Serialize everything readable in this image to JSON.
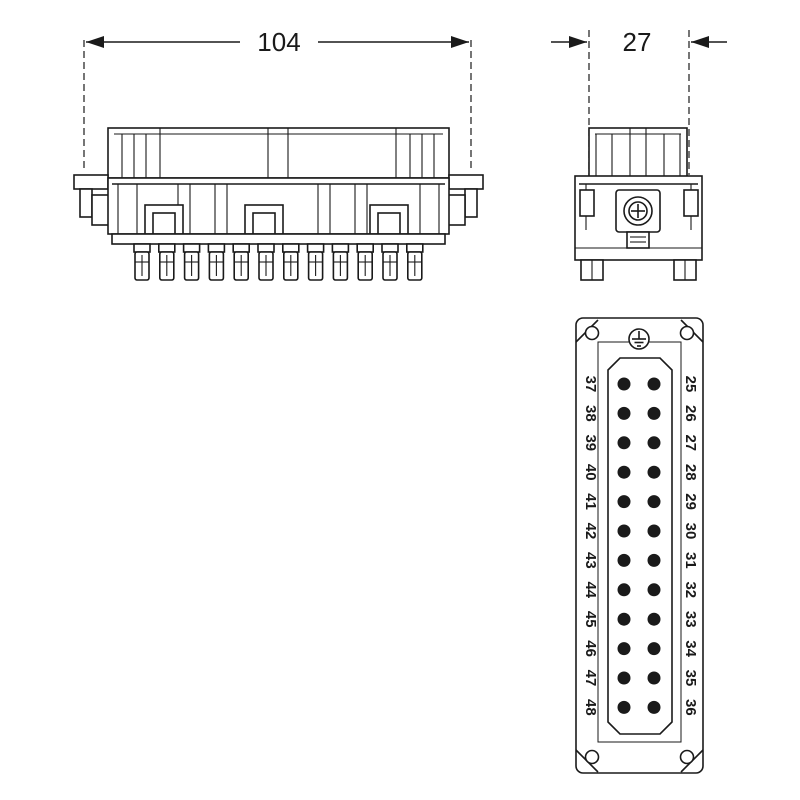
{
  "dimensions": {
    "width_label": "104",
    "depth_label": "27"
  },
  "contact_face": {
    "left_column_numbers": [
      "37",
      "38",
      "39",
      "40",
      "41",
      "42",
      "43",
      "44",
      "45",
      "46",
      "47",
      "48"
    ],
    "right_column_numbers": [
      "25",
      "26",
      "27",
      "28",
      "29",
      "30",
      "31",
      "32",
      "33",
      "34",
      "35",
      "36"
    ],
    "ground_symbol": "protective-earth-icon"
  },
  "colors": {
    "line": "#1a1a1a",
    "background": "#ffffff"
  }
}
